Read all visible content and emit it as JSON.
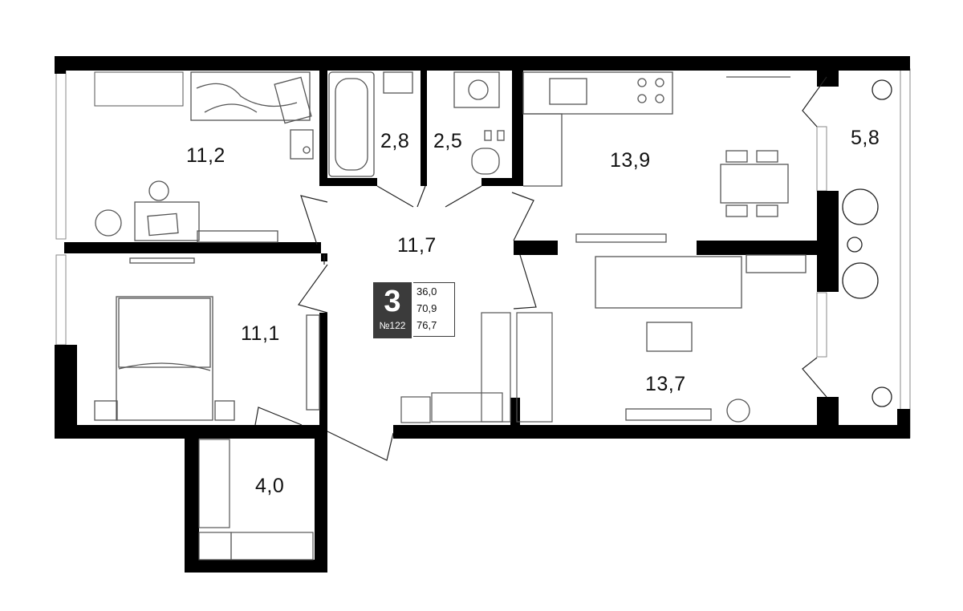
{
  "colors": {
    "wall": "#000000",
    "furniture_stroke": "#555555",
    "badge_bg": "#3b3b3b"
  },
  "rooms": [
    {
      "id": "bedroom_top",
      "area": "11,2"
    },
    {
      "id": "bathroom",
      "area": "2,8"
    },
    {
      "id": "toilet",
      "area": "2,5"
    },
    {
      "id": "kitchen",
      "area": "13,9"
    },
    {
      "id": "balcony",
      "area": "5,8"
    },
    {
      "id": "hall",
      "area": "11,7"
    },
    {
      "id": "bedroom_bottom",
      "area": "11,1"
    },
    {
      "id": "living",
      "area": "13,7"
    },
    {
      "id": "wardrobe",
      "area": "4,0"
    }
  ],
  "badge": {
    "rooms_count": "3",
    "apartment_number": "№122",
    "areas": [
      "36,0",
      "70,9",
      "76,7"
    ]
  }
}
